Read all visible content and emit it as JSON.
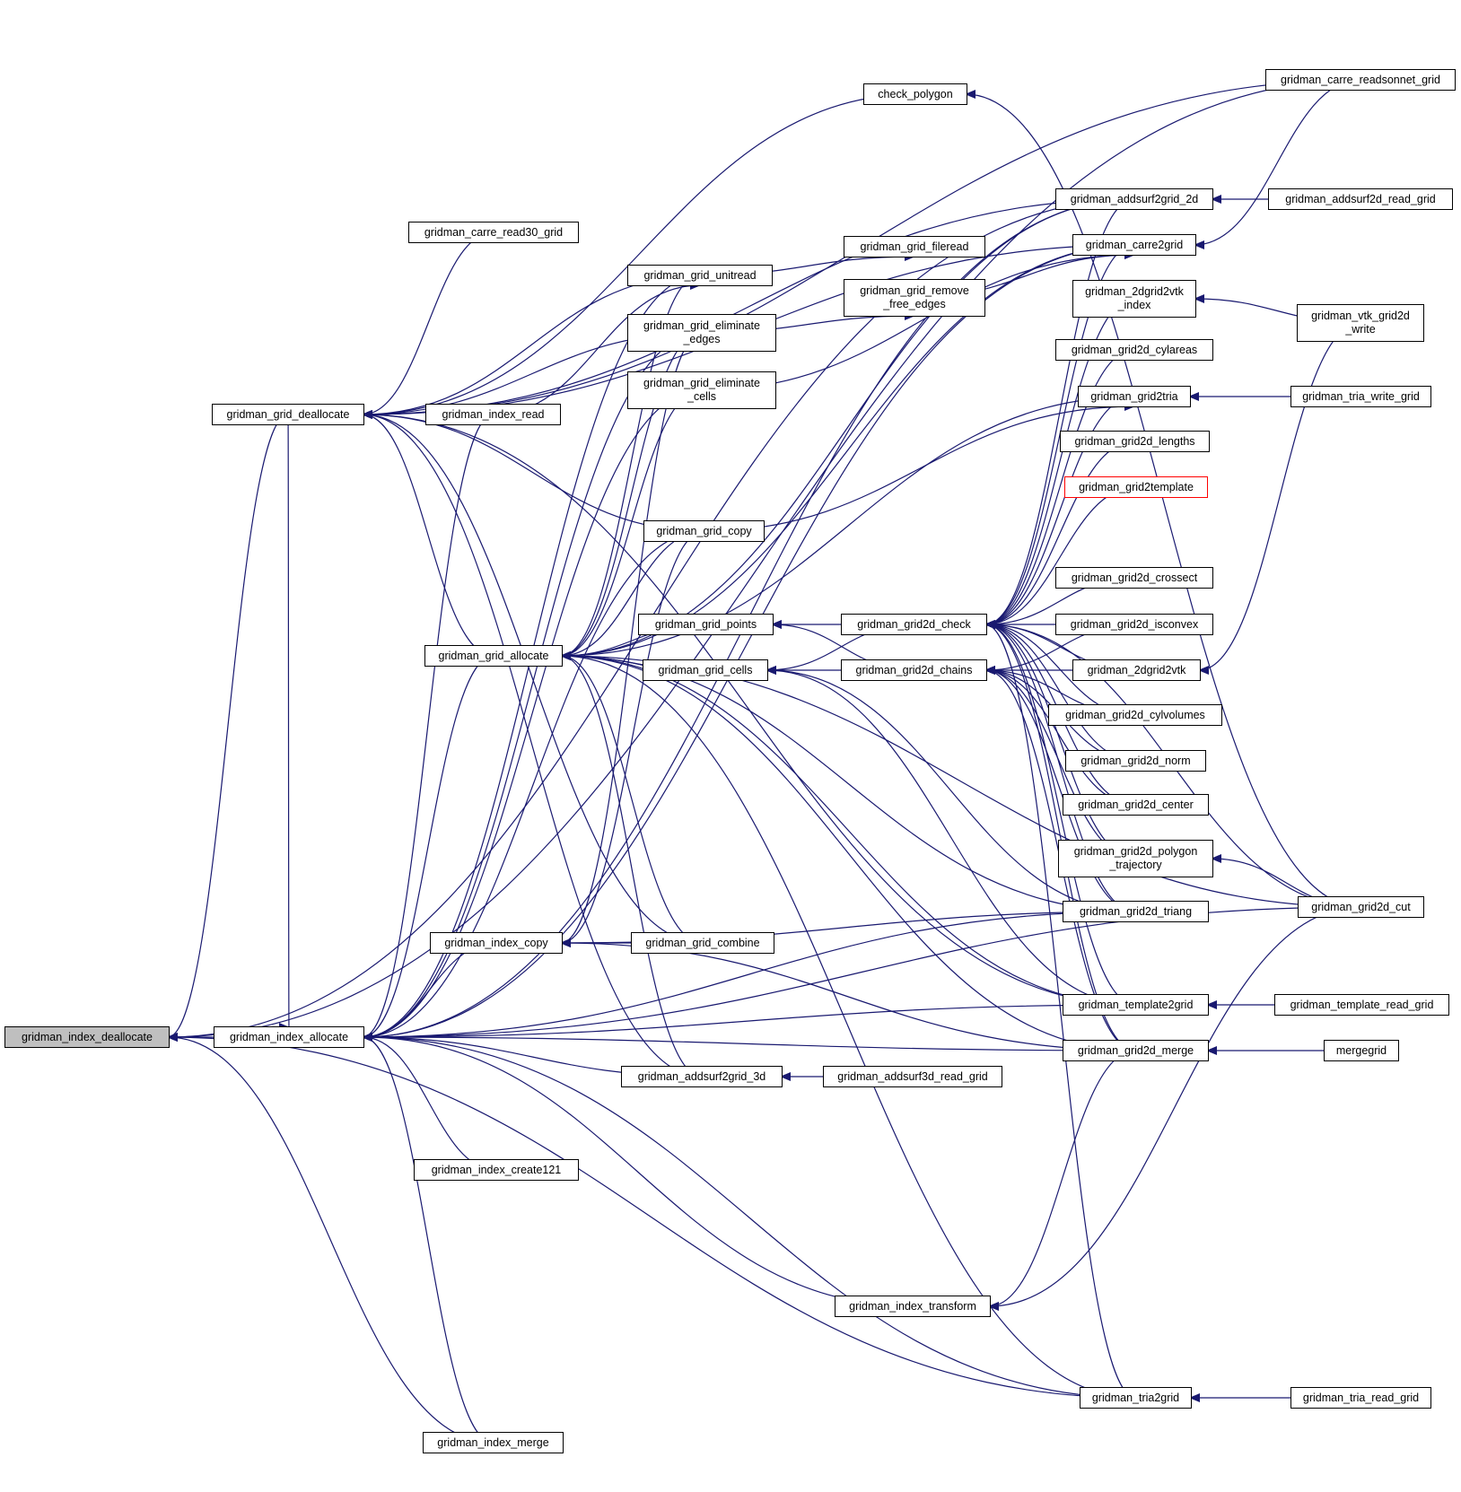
{
  "colors": {
    "edge": "#191970",
    "border": "#000000",
    "root_fill": "#bfbfbf",
    "truncated_border": "#ff0000"
  },
  "nodes": [
    {
      "id": "index_deallocate",
      "label": "gridman_index_deallocate",
      "style": "root"
    },
    {
      "id": "index_allocate",
      "label": "gridman_index_allocate"
    },
    {
      "id": "grid_deallocate",
      "label": "gridman_grid_deallocate"
    },
    {
      "id": "carre_read30",
      "label": "gridman_carre_read30_grid"
    },
    {
      "id": "index_read",
      "label": "gridman_index_read"
    },
    {
      "id": "grid_allocate",
      "label": "gridman_grid_allocate"
    },
    {
      "id": "index_copy",
      "label": "gridman_index_copy"
    },
    {
      "id": "index_create121",
      "label": "gridman_index_create121"
    },
    {
      "id": "index_merge",
      "label": "gridman_index_merge"
    },
    {
      "id": "check_polygon",
      "label": "check_polygon"
    },
    {
      "id": "grid_unitread",
      "label": "gridman_grid_unitread"
    },
    {
      "id": "grid_elim_edges",
      "label": "gridman_grid_eliminate\n_edges"
    },
    {
      "id": "grid_elim_cells",
      "label": "gridman_grid_eliminate\n_cells"
    },
    {
      "id": "grid_copy",
      "label": "gridman_grid_copy"
    },
    {
      "id": "grid_points",
      "label": "gridman_grid_points"
    },
    {
      "id": "grid_cells",
      "label": "gridman_grid_cells"
    },
    {
      "id": "grid_combine",
      "label": "gridman_grid_combine"
    },
    {
      "id": "addsurf2grid_3d",
      "label": "gridman_addsurf2grid_3d"
    },
    {
      "id": "index_transform",
      "label": "gridman_index_transform"
    },
    {
      "id": "grid_fileread",
      "label": "gridman_grid_fileread"
    },
    {
      "id": "grid_remove_free",
      "label": "gridman_grid_remove\n_free_edges"
    },
    {
      "id": "grid2d_check",
      "label": "gridman_grid2d_check"
    },
    {
      "id": "grid2d_chains",
      "label": "gridman_grid2d_chains"
    },
    {
      "id": "addsurf3d_read",
      "label": "gridman_addsurf3d_read_grid"
    },
    {
      "id": "addsurf2grid_2d",
      "label": "gridman_addsurf2grid_2d"
    },
    {
      "id": "carre2grid",
      "label": "gridman_carre2grid"
    },
    {
      "id": "2dgrid2vtk_index",
      "label": "gridman_2dgrid2vtk\n_index"
    },
    {
      "id": "grid2d_cylareas",
      "label": "gridman_grid2d_cylareas"
    },
    {
      "id": "grid2tria",
      "label": "gridman_grid2tria"
    },
    {
      "id": "grid2d_lengths",
      "label": "gridman_grid2d_lengths"
    },
    {
      "id": "grid2template",
      "label": "gridman_grid2template",
      "style": "red"
    },
    {
      "id": "grid2d_crossect",
      "label": "gridman_grid2d_crossect"
    },
    {
      "id": "grid2d_isconvex",
      "label": "gridman_grid2d_isconvex"
    },
    {
      "id": "2dgrid2vtk",
      "label": "gridman_2dgrid2vtk"
    },
    {
      "id": "grid2d_cylvolumes",
      "label": "gridman_grid2d_cylvolumes"
    },
    {
      "id": "grid2d_norm",
      "label": "gridman_grid2d_norm"
    },
    {
      "id": "grid2d_center",
      "label": "gridman_grid2d_center"
    },
    {
      "id": "grid2d_polygon",
      "label": "gridman_grid2d_polygon\n_trajectory"
    },
    {
      "id": "grid2d_triang",
      "label": "gridman_grid2d_triang"
    },
    {
      "id": "template2grid",
      "label": "gridman_template2grid"
    },
    {
      "id": "grid2d_merge",
      "label": "gridman_grid2d_merge"
    },
    {
      "id": "tria2grid",
      "label": "gridman_tria2grid"
    },
    {
      "id": "carre_readsonnet",
      "label": "gridman_carre_readsonnet_grid"
    },
    {
      "id": "addsurf2d_read",
      "label": "gridman_addsurf2d_read_grid"
    },
    {
      "id": "vtk_grid2d_write",
      "label": "gridman_vtk_grid2d\n_write"
    },
    {
      "id": "tria_write_grid",
      "label": "gridman_tria_write_grid"
    },
    {
      "id": "grid2d_cut",
      "label": "gridman_grid2d_cut"
    },
    {
      "id": "template_read_grid",
      "label": "gridman_template_read_grid"
    },
    {
      "id": "mergegrid",
      "label": "mergegrid"
    },
    {
      "id": "tria_read_grid",
      "label": "gridman_tria_read_grid"
    }
  ],
  "edges": [
    [
      "index_allocate",
      "index_deallocate"
    ],
    [
      "grid_deallocate",
      "index_deallocate"
    ],
    [
      "index_merge",
      "index_deallocate"
    ],
    [
      "tria2grid",
      "index_deallocate"
    ],
    [
      "addsurf2grid_2d",
      "index_deallocate"
    ],
    [
      "carre_readsonnet",
      "index_deallocate"
    ],
    [
      "grid_deallocate",
      "index_allocate"
    ],
    [
      "index_read",
      "index_allocate"
    ],
    [
      "grid_allocate",
      "index_allocate"
    ],
    [
      "index_copy",
      "index_allocate"
    ],
    [
      "index_create121",
      "index_allocate"
    ],
    [
      "index_merge",
      "index_allocate"
    ],
    [
      "addsurf2grid_3d",
      "index_allocate"
    ],
    [
      "index_transform",
      "index_allocate"
    ],
    [
      "tria2grid",
      "index_allocate"
    ],
    [
      "grid_unitread",
      "index_allocate"
    ],
    [
      "grid_elim_edges",
      "index_allocate"
    ],
    [
      "grid_elim_cells",
      "index_allocate"
    ],
    [
      "grid_copy",
      "index_allocate"
    ],
    [
      "grid2d_triang",
      "index_allocate"
    ],
    [
      "template2grid",
      "index_allocate"
    ],
    [
      "grid2d_merge",
      "index_allocate"
    ],
    [
      "grid2d_cut",
      "index_allocate"
    ],
    [
      "carre2grid",
      "index_allocate"
    ],
    [
      "addsurf2grid_2d",
      "index_allocate"
    ],
    [
      "carre_read30",
      "grid_deallocate"
    ],
    [
      "check_polygon",
      "grid_deallocate"
    ],
    [
      "grid_elim_edges",
      "grid_deallocate"
    ],
    [
      "grid_copy",
      "grid_deallocate"
    ],
    [
      "grid_allocate",
      "grid_deallocate"
    ],
    [
      "grid_combine",
      "grid_deallocate"
    ],
    [
      "addsurf2grid_3d",
      "grid_deallocate"
    ],
    [
      "grid_unitread",
      "grid_deallocate"
    ],
    [
      "carre2grid",
      "grid_deallocate"
    ],
    [
      "addsurf2grid_2d",
      "grid_deallocate"
    ],
    [
      "carre_readsonnet",
      "grid_deallocate"
    ],
    [
      "template2grid",
      "grid_deallocate"
    ],
    [
      "index_read",
      "grid_unitread"
    ],
    [
      "grid_unitread",
      "grid_fileread"
    ],
    [
      "grid_elim_edges",
      "grid_remove_free"
    ],
    [
      "grid_points",
      "grid_allocate"
    ],
    [
      "grid_cells",
      "grid_allocate"
    ],
    [
      "grid_copy",
      "grid_allocate"
    ],
    [
      "grid_combine",
      "grid_allocate"
    ],
    [
      "addsurf2grid_3d",
      "grid_allocate"
    ],
    [
      "grid_unitread",
      "grid_allocate"
    ],
    [
      "grid_elim_edges",
      "grid_allocate"
    ],
    [
      "grid_elim_cells",
      "grid_allocate"
    ],
    [
      "carre2grid",
      "grid_allocate"
    ],
    [
      "addsurf2grid_2d",
      "grid_allocate"
    ],
    [
      "grid2d_triang",
      "grid_allocate"
    ],
    [
      "template2grid",
      "grid_allocate"
    ],
    [
      "grid2d_merge",
      "grid_allocate"
    ],
    [
      "grid2d_cut",
      "grid_allocate"
    ],
    [
      "tria2grid",
      "grid_allocate"
    ],
    [
      "grid2tria",
      "grid_allocate"
    ],
    [
      "grid_combine",
      "index_copy"
    ],
    [
      "grid2d_triang",
      "index_copy"
    ],
    [
      "grid2d_merge",
      "index_copy"
    ],
    [
      "grid_copy",
      "index_copy"
    ],
    [
      "grid_elim_edges",
      "index_copy"
    ],
    [
      "grid2d_check",
      "grid_points"
    ],
    [
      "grid2d_chains",
      "grid_points"
    ],
    [
      "grid2d_check",
      "grid_cells"
    ],
    [
      "grid2d_chains",
      "grid_cells"
    ],
    [
      "grid2d_triang",
      "grid_cells"
    ],
    [
      "template2grid",
      "grid_cells"
    ],
    [
      "addsurf3d_read",
      "addsurf2grid_3d"
    ],
    [
      "grid2d_merge",
      "index_transform"
    ],
    [
      "grid2d_cut",
      "index_transform"
    ],
    [
      "grid_remove_free",
      "carre2grid"
    ],
    [
      "grid_elim_cells",
      "carre2grid"
    ],
    [
      "grid_copy",
      "grid2tria"
    ],
    [
      "2dgrid2vtk",
      "grid2d_chains"
    ],
    [
      "grid2d_triang",
      "grid2d_chains"
    ],
    [
      "grid2d_merge",
      "grid2d_chains"
    ],
    [
      "grid2d_polygon",
      "grid2d_chains"
    ],
    [
      "grid2d_cylvolumes",
      "grid2d_chains"
    ],
    [
      "grid2d_norm",
      "grid2d_chains"
    ],
    [
      "grid2d_center",
      "grid2d_chains"
    ],
    [
      "grid2d_isconvex",
      "grid2d_chains"
    ],
    [
      "grid2d_crossect",
      "grid2d_check"
    ],
    [
      "grid2d_isconvex",
      "grid2d_check"
    ],
    [
      "2dgrid2vtk",
      "grid2d_check"
    ],
    [
      "grid2d_cylvolumes",
      "grid2d_check"
    ],
    [
      "grid2d_norm",
      "grid2d_check"
    ],
    [
      "grid2d_center",
      "grid2d_check"
    ],
    [
      "grid2d_polygon",
      "grid2d_check"
    ],
    [
      "grid2d_triang",
      "grid2d_check"
    ],
    [
      "template2grid",
      "grid2d_check"
    ],
    [
      "grid2d_merge",
      "grid2d_check"
    ],
    [
      "tria2grid",
      "grid2d_check"
    ],
    [
      "grid2template",
      "grid2d_check"
    ],
    [
      "grid2d_lengths",
      "grid2d_check"
    ],
    [
      "grid2tria",
      "grid2d_check"
    ],
    [
      "grid2d_cylareas",
      "grid2d_check"
    ],
    [
      "2dgrid2vtk_index",
      "grid2d_check"
    ],
    [
      "carre2grid",
      "grid2d_check"
    ],
    [
      "addsurf2grid_2d",
      "grid2d_check"
    ],
    [
      "grid2d_cut",
      "grid2d_check"
    ],
    [
      "addsurf2d_read",
      "addsurf2grid_2d"
    ],
    [
      "carre_readsonnet",
      "carre2grid"
    ],
    [
      "vtk_grid2d_write",
      "2dgrid2vtk_index"
    ],
    [
      "vtk_grid2d_write",
      "2dgrid2vtk"
    ],
    [
      "tria_write_grid",
      "grid2tria"
    ],
    [
      "grid2d_cut",
      "grid2d_polygon"
    ],
    [
      "grid2d_cut",
      "check_polygon"
    ],
    [
      "template_read_grid",
      "template2grid"
    ],
    [
      "mergegrid",
      "grid2d_merge"
    ],
    [
      "tria_read_grid",
      "tria2grid"
    ]
  ]
}
